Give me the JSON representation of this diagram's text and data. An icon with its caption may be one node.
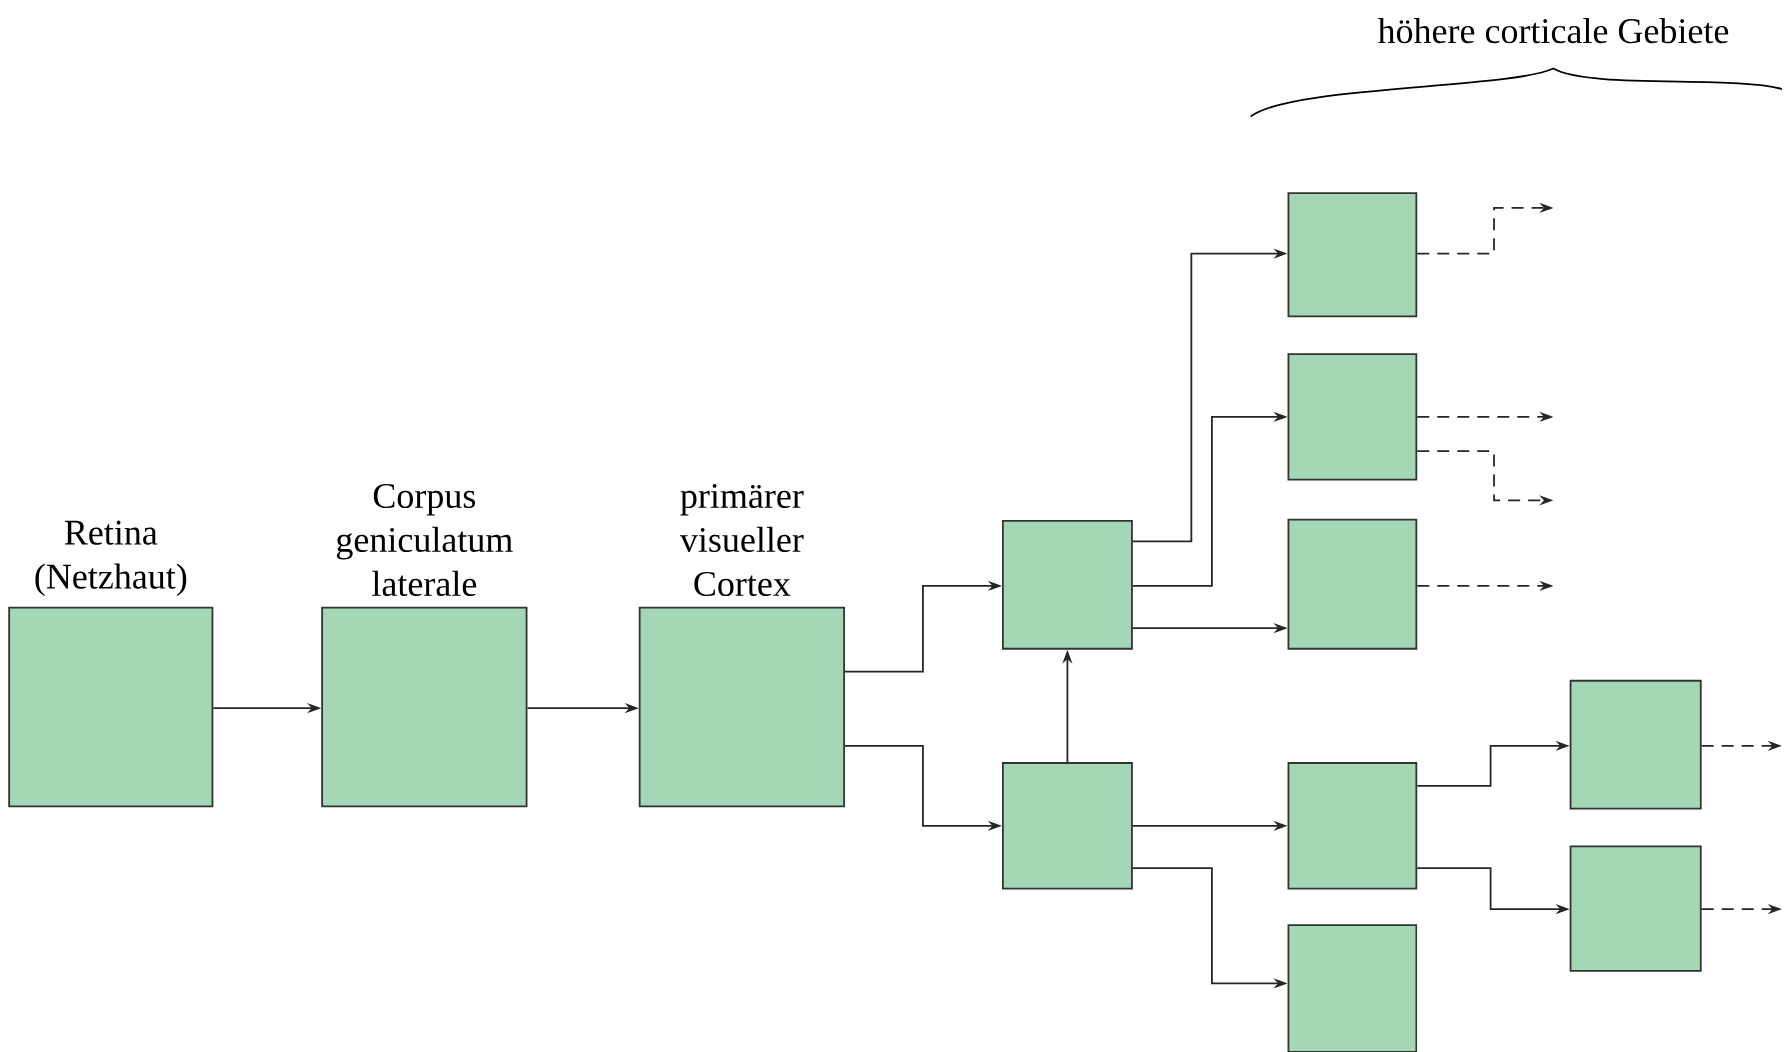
{
  "diagram": {
    "nodes": [
      {
        "text": [
          "Retina (Netzhaut)"
        ]
      },
      {
        "text": [
          "Corpus geniculatum laterale"
        ]
      },
      {
        "text": [
          "primärer visueller Cortex"
        ]
      },
      {
        "text": [],
        "shape": "box"
      },
      {
        "text": [],
        "shape": "box"
      },
      {
        "text": [],
        "shape": "box"
      },
      {
        "text": [],
        "shape": "box"
      },
      {
        "text": [],
        "shape": "box"
      },
      {
        "text": [],
        "shape": "box"
      },
      {
        "text": [],
        "shape": "box"
      },
      {
        "text": [],
        "shape": "box"
      },
      {
        "text": [],
        "shape": "box"
      }
    ],
    "edges": [
      {
        "from": 0,
        "to": 1,
        "arrow": "to"
      },
      {
        "from": 1,
        "to": 2,
        "arrow": "to"
      },
      {
        "from": 2,
        "to": 3,
        "arrow": "to"
      },
      {
        "from": 2,
        "to": 4,
        "arrow": "to"
      },
      {
        "from": 4,
        "to": 3,
        "arrow": "to"
      },
      {
        "from": 3,
        "to": 5,
        "arrow": "to"
      },
      {
        "from": 3,
        "to": 6,
        "arrow": "to"
      },
      {
        "from": 3,
        "to": 7,
        "arrow": "to"
      },
      {
        "from": 4,
        "to": 8,
        "arrow": "to"
      },
      {
        "from": 4,
        "to": 9,
        "arrow": "to"
      },
      {
        "from": 8,
        "to": 10,
        "arrow": "to"
      },
      {
        "from": 8,
        "to": 11,
        "arrow": "to"
      },
      {
        "from": 5,
        "to": null,
        "arrow": "to",
        "style": "dashed"
      },
      {
        "from": 6,
        "to": null,
        "arrow": "to",
        "style": "dashed"
      },
      {
        "from": 6,
        "to": null,
        "arrow": "to",
        "style": "dashed"
      },
      {
        "from": 7,
        "to": null,
        "arrow": "to",
        "style": "dashed"
      },
      {
        "from": 10,
        "to": null,
        "arrow": "to",
        "style": "dashed"
      },
      {
        "from": 11,
        "to": null,
        "arrow": "to",
        "style": "dashed"
      }
    ],
    "labels": [
      "höhere corticale Gebiete"
    ]
  }
}
